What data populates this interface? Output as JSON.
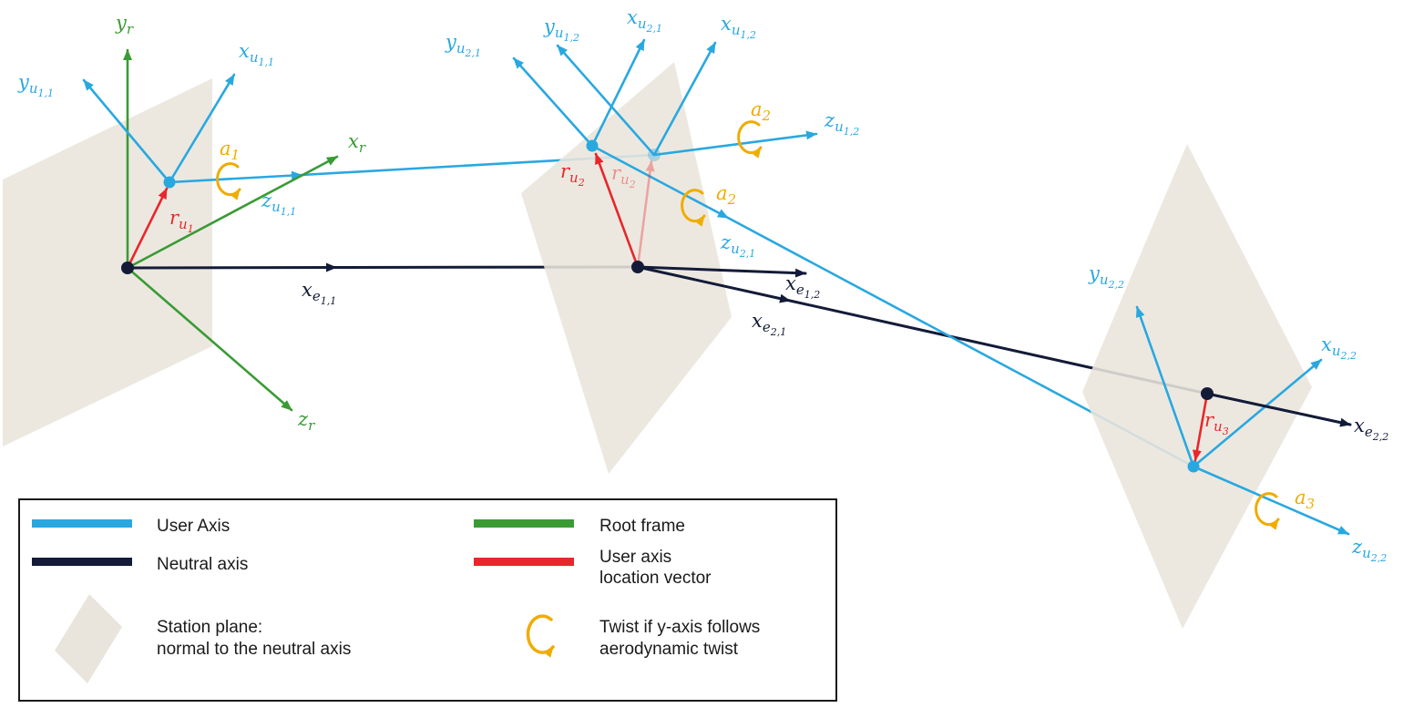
{
  "colors": {
    "user_axis": "#29A8E0",
    "root_frame": "#3A9B35",
    "neutral_axis": "#131B38",
    "location_vector": "#E8272C",
    "twist": "#F0AC00",
    "station_plane": "#E9E5DC",
    "legend_text": "#1A1A1A"
  },
  "labels": {
    "y_r": {
      "base": "y",
      "sub": "r"
    },
    "x_r": {
      "base": "x",
      "sub": "r"
    },
    "z_r": {
      "base": "z",
      "sub": "r"
    },
    "y_u11": {
      "base": "y",
      "sub": "u",
      "subsub": "1,1"
    },
    "x_u11": {
      "base": "x",
      "sub": "u",
      "subsub": "1,1"
    },
    "z_u11": {
      "base": "z",
      "sub": "u",
      "subsub": "1,1"
    },
    "r_u1": {
      "base": "r",
      "sub": "u",
      "subsub": "1"
    },
    "a_1": {
      "base": "a",
      "sub": "1"
    },
    "x_e11": {
      "base": "x",
      "sub": "e",
      "subsub": "1,1"
    },
    "y_u21": {
      "base": "y",
      "sub": "u",
      "subsub": "2,1"
    },
    "y_u12": {
      "base": "y",
      "sub": "u",
      "subsub": "1,2"
    },
    "x_u21": {
      "base": "x",
      "sub": "u",
      "subsub": "2,1"
    },
    "x_u12": {
      "base": "x",
      "sub": "u",
      "subsub": "1,2"
    },
    "z_u12": {
      "base": "z",
      "sub": "u",
      "subsub": "1,2"
    },
    "z_u21": {
      "base": "z",
      "sub": "u",
      "subsub": "2,1"
    },
    "a_2_upper": {
      "base": "a",
      "sub": "2"
    },
    "a_2_lower": {
      "base": "a",
      "sub": "2"
    },
    "r_u2": {
      "base": "r",
      "sub": "u",
      "subsub": "2"
    },
    "r_u2_faded": {
      "base": "r",
      "sub": "u",
      "subsub": "2"
    },
    "x_e12": {
      "base": "x",
      "sub": "e",
      "subsub": "1,2"
    },
    "x_e21": {
      "base": "x",
      "sub": "e",
      "subsub": "2,1"
    },
    "y_u22": {
      "base": "y",
      "sub": "u",
      "subsub": "2,2"
    },
    "x_u22": {
      "base": "x",
      "sub": "u",
      "subsub": "2,2"
    },
    "z_u22": {
      "base": "z",
      "sub": "u",
      "subsub": "2,2"
    },
    "r_u3": {
      "base": "r",
      "sub": "u",
      "subsub": "3"
    },
    "x_e22": {
      "base": "x",
      "sub": "e",
      "subsub": "2,2"
    },
    "a_3": {
      "base": "a",
      "sub": "3"
    }
  },
  "legend": {
    "user_axis": "User Axis",
    "neutral_axis": "Neutral axis",
    "station_plane_line1": "Station plane:",
    "station_plane_line2": "normal to the neutral axis",
    "root_frame": "Root frame",
    "location_vector_line1": "User axis",
    "location_vector_line2": "location vector",
    "twist_line1": "Twist if y-axis follows",
    "twist_line2": "aerodynamic twist"
  }
}
